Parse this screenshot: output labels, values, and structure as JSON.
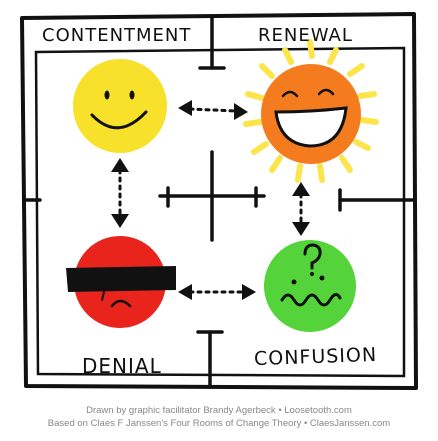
{
  "rooms": {
    "contentment": {
      "label": "CONTENTMENT",
      "face_color": "#f7e12a"
    },
    "renewal": {
      "label": "RENEWAL",
      "face_color": "#f47c1f",
      "rays_color": "#fbe54a"
    },
    "denial": {
      "label": "DENIAL",
      "face_color": "#e8241c"
    },
    "confusion": {
      "label": "CONFUSION",
      "face_color": "#55d33a"
    }
  },
  "credits": {
    "line1": "Drawn by graphic facilitator Brandy Agerbeck • Loosetooth.com",
    "line2": "Based on Claes F Janssen's Four Rooms of Change Theory • ClaesJanssen.com"
  },
  "colors": {
    "ink": "#111111",
    "credit_text": "#888888"
  }
}
